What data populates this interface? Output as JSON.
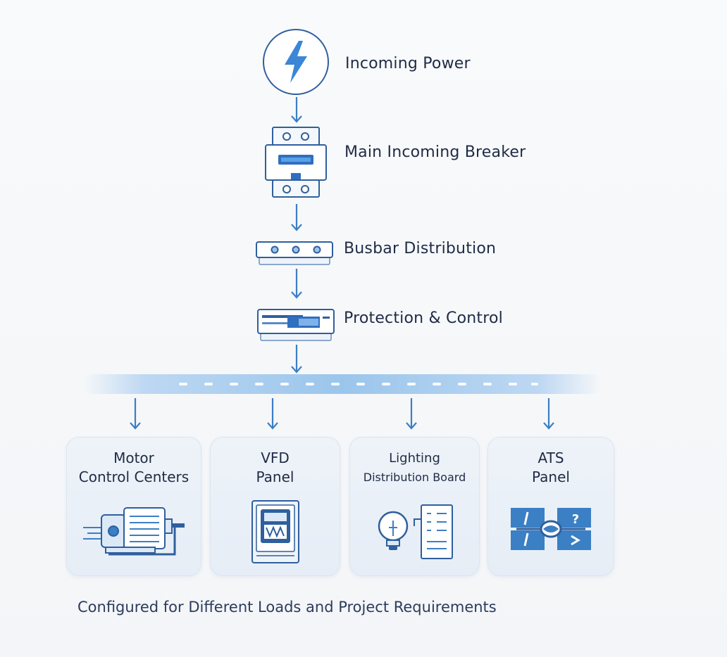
{
  "diagram": {
    "nodes": [
      {
        "id": "incoming",
        "label": "Incoming Power",
        "icon": "lightning-icon"
      },
      {
        "id": "breaker",
        "label": "Main Incoming Breaker",
        "icon": "breaker-icon"
      },
      {
        "id": "busbar",
        "label": "Busbar Distribution",
        "icon": "busbar-icon"
      },
      {
        "id": "protection",
        "label": "Protection & Control",
        "icon": "protection-relay-icon"
      }
    ],
    "outputs": [
      {
        "id": "mcc",
        "line1": "Motor",
        "line2": "Control Centers",
        "icon": "motor-icon"
      },
      {
        "id": "vfd",
        "line1": "VFD",
        "line2": "Panel",
        "icon": "vfd-drive-icon"
      },
      {
        "id": "ldb",
        "line1": "Lighting",
        "line2": "Distribution Board",
        "icon": "lightbulb-icon"
      },
      {
        "id": "ats",
        "line1": "ATS",
        "line2": "Panel",
        "icon": "transfer-switch-icon"
      }
    ],
    "footer": "Configured for Different Loads and Project Requirements"
  },
  "colors": {
    "accent": "#3b7fc4",
    "dark_blue": "#1f4e8c",
    "text": "#1f2b45",
    "card_bg": "#eaf0f7"
  }
}
